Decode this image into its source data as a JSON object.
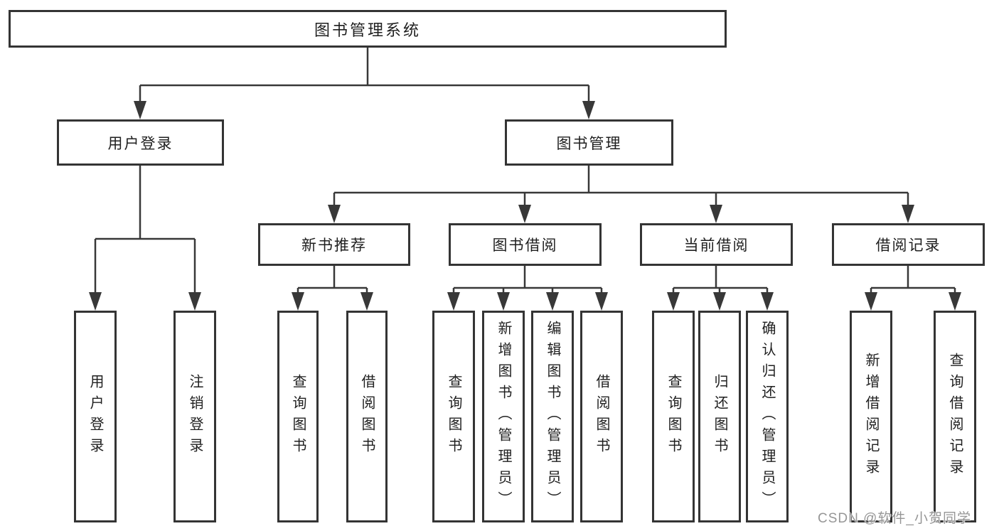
{
  "tree": {
    "root": {
      "label": "图书管理系统",
      "children": [
        {
          "label": "用户登录",
          "children": [
            {
              "label": "用户登录"
            },
            {
              "label": "注销登录"
            }
          ]
        },
        {
          "label": "图书管理",
          "children": [
            {
              "label": "新书推荐",
              "children": [
                {
                  "label": "查询图书"
                },
                {
                  "label": "借阅图书"
                }
              ]
            },
            {
              "label": "图书借阅",
              "children": [
                {
                  "label": "查询图书"
                },
                {
                  "label": "新增图书（管理员）"
                },
                {
                  "label": "编辑图书（管理员）"
                },
                {
                  "label": "借阅图书"
                }
              ]
            },
            {
              "label": "当前借阅",
              "children": [
                {
                  "label": "查询图书"
                },
                {
                  "label": "归还图书"
                },
                {
                  "label": "确认归还（管理员）"
                }
              ]
            },
            {
              "label": "借阅记录",
              "children": [
                {
                  "label": "新增借阅记录"
                },
                {
                  "label": "查询借阅记录"
                }
              ]
            }
          ]
        }
      ]
    }
  },
  "watermark": {
    "text": "CSDN @软件_小贺同学"
  },
  "colors": {
    "line": "#383838",
    "border": "#343434",
    "text": "#1f1f1f",
    "background": "#ffffff",
    "watermark": "#969696"
  }
}
